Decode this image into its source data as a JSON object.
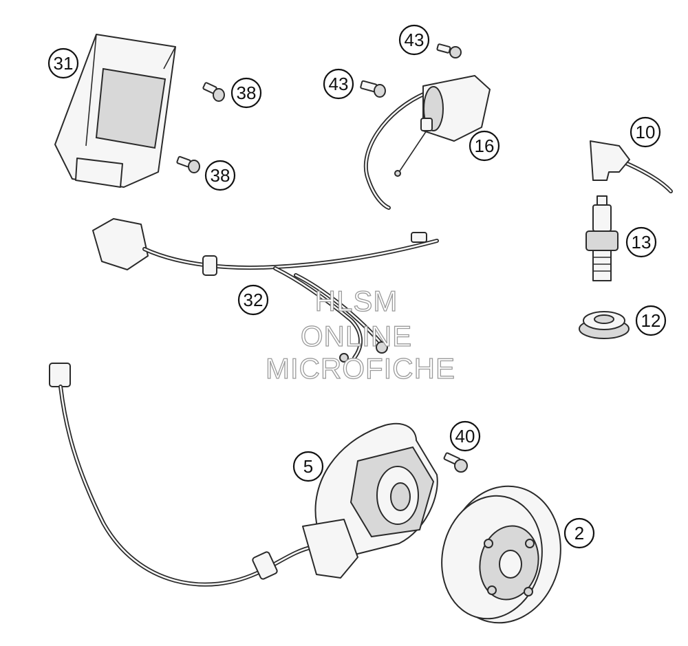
{
  "watermark": {
    "line1": "HLSM",
    "line2": "ONLINE",
    "line3": "MICROFICHE"
  },
  "callouts": [
    {
      "id": "c31",
      "label": "31"
    },
    {
      "id": "c38a",
      "label": "38"
    },
    {
      "id": "c38b",
      "label": "38"
    },
    {
      "id": "c43a",
      "label": "43"
    },
    {
      "id": "c43b",
      "label": "43"
    },
    {
      "id": "c16",
      "label": "16"
    },
    {
      "id": "c10",
      "label": "10"
    },
    {
      "id": "c13",
      "label": "13"
    },
    {
      "id": "c12",
      "label": "12"
    },
    {
      "id": "c32",
      "label": "32"
    },
    {
      "id": "c40",
      "label": "40"
    },
    {
      "id": "c5",
      "label": "5"
    },
    {
      "id": "c2",
      "label": "2"
    }
  ]
}
